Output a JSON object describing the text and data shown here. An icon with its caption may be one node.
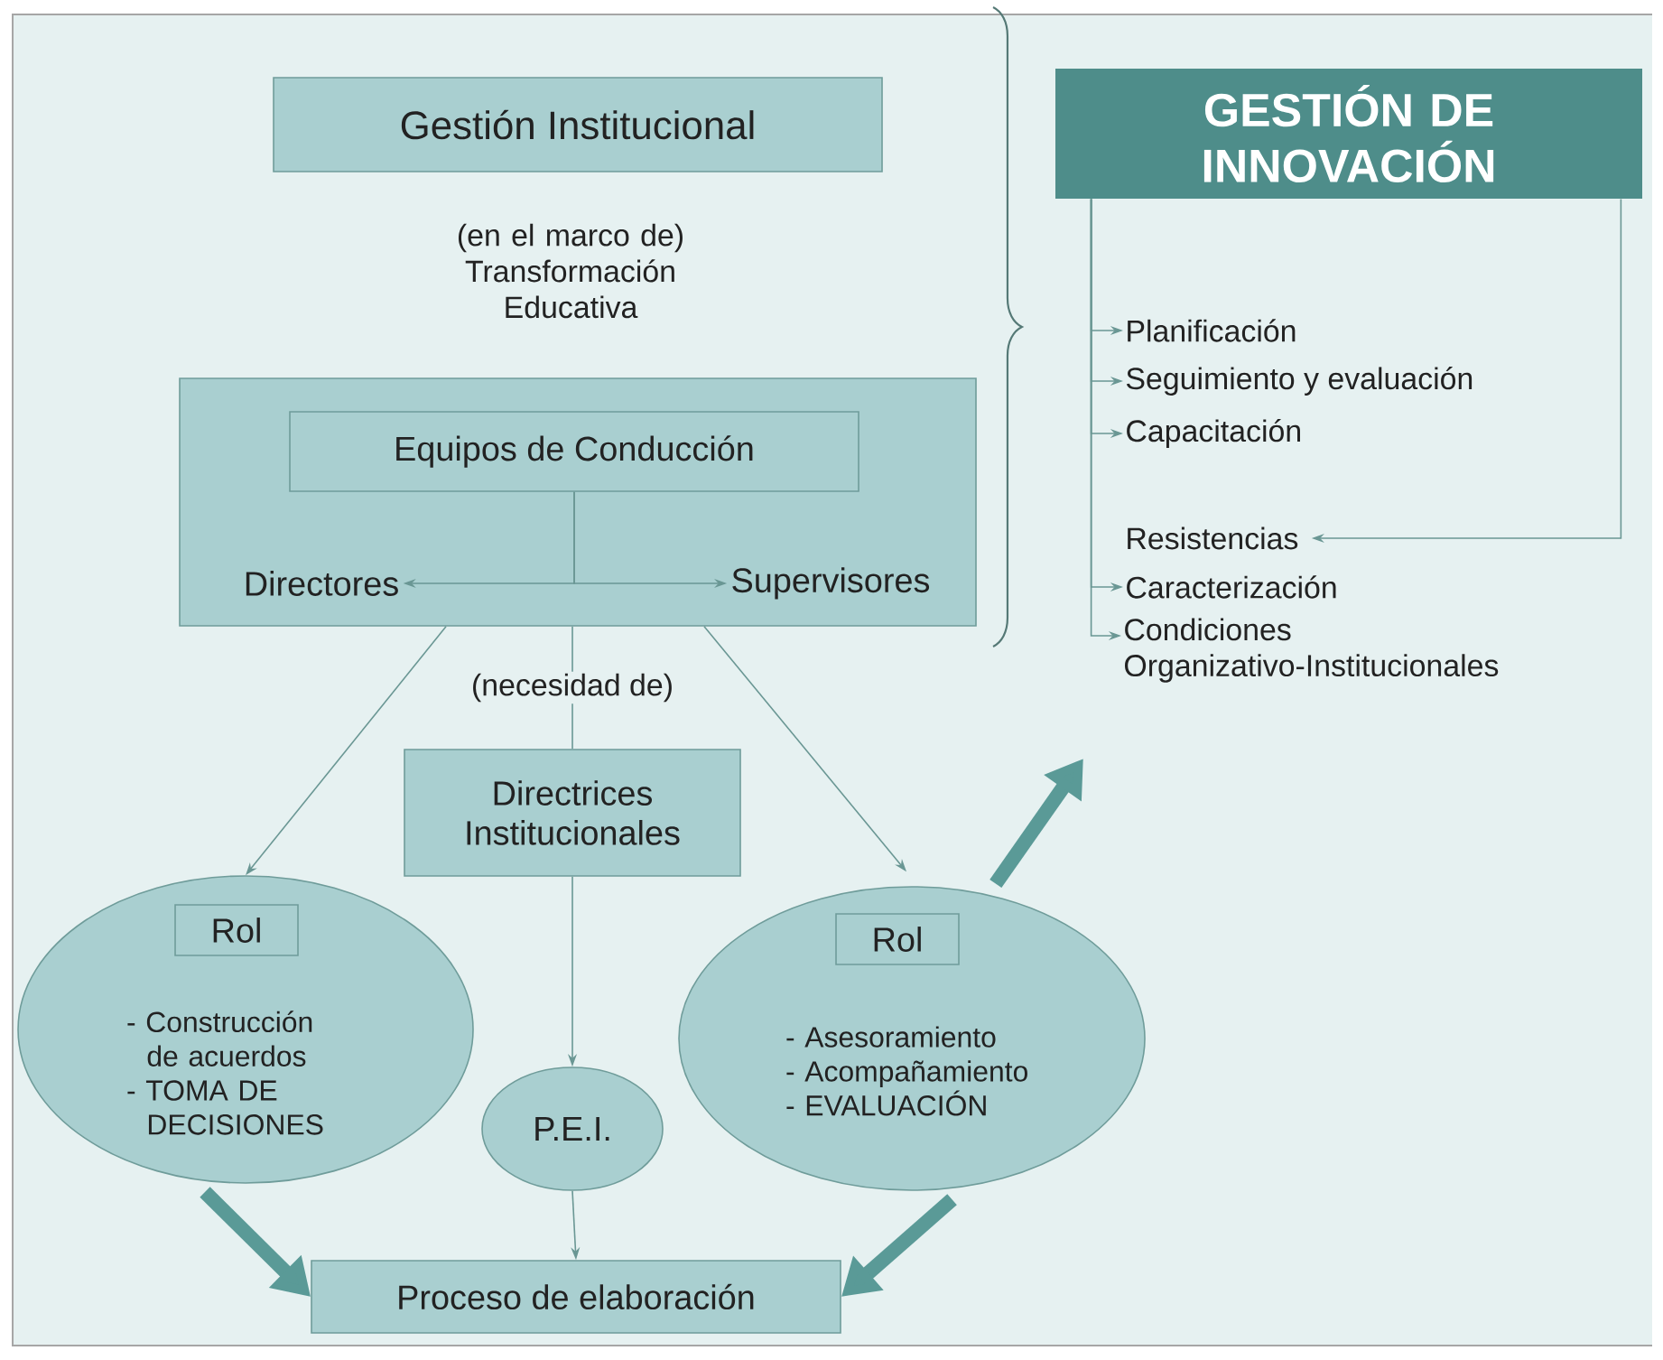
{
  "diagram": {
    "nodes": [
      {
        "text": [
          "Gestión Institucional"
        ]
      },
      {
        "text": [],
        "shape": "box"
      },
      {
        "text": [
          "Equipos de Conducción"
        ],
        "in": 1
      },
      {
        "text": [
          "Directores"
        ],
        "in": 1
      },
      {
        "text": [
          "Supervisores"
        ],
        "in": 1
      },
      {
        "text": [
          "Directrices Institucionales"
        ]
      },
      {
        "text": [
          "- Construcción de acuerdos",
          "- TOMA DE DECISIONES"
        ]
      },
      {
        "text": [
          "Rol"
        ],
        "in": 6
      },
      {
        "text": [
          "P.E.I."
        ]
      },
      {
        "text": [
          "- Asesoramiento",
          "- Acompañamiento",
          "- EVALUACIÓN"
        ]
      },
      {
        "text": [
          "Rol"
        ],
        "in": 9
      },
      {
        "text": [
          "Proceso de elaboración"
        ]
      },
      {
        "text": [
          "GESTIÓN DE INNOVACIÓN"
        ]
      },
      {
        "text": [
          "Planificación"
        ]
      },
      {
        "text": [
          "Seguimiento y evaluación"
        ]
      },
      {
        "text": [
          "Capacitación"
        ]
      },
      {
        "text": [
          "Resistencias"
        ]
      },
      {
        "text": [
          "Caracterización"
        ]
      },
      {
        "text": [
          "Condiciones Organizativo-Institucionales"
        ]
      }
    ],
    "edges": [
      {
        "from": 2,
        "to": 3,
        "arrow": "to"
      },
      {
        "from": 2,
        "to": 4,
        "arrow": "to"
      },
      {
        "from": 1,
        "to": 5,
        "arrow": "none",
        "label": "(necesidad de)"
      },
      {
        "from": 1,
        "to": 6,
        "arrow": "to"
      },
      {
        "from": 1,
        "to": 9,
        "arrow": "to"
      },
      {
        "from": 5,
        "to": 8,
        "arrow": "to"
      },
      {
        "from": 8,
        "to": 11,
        "arrow": "to"
      },
      {
        "from": 6,
        "to": 11,
        "arrow": "to",
        "style": "thick",
        "color": "#5a9a97"
      },
      {
        "from": 9,
        "to": 11,
        "arrow": "to",
        "style": "thick",
        "color": "#5a9a97"
      },
      {
        "from": 9,
        "to": null,
        "arrow": "to",
        "style": "thick",
        "color": "#5a9a97"
      },
      {
        "from": 12,
        "to": 13,
        "arrow": "to"
      },
      {
        "from": 12,
        "to": 14,
        "arrow": "to"
      },
      {
        "from": 12,
        "to": 15,
        "arrow": "to"
      },
      {
        "from": 12,
        "to": 17,
        "arrow": "to"
      },
      {
        "from": 12,
        "to": 18,
        "arrow": "to"
      },
      {
        "from": 12,
        "to": 16,
        "arrow": "to"
      }
    ],
    "labels": [
      "(en el marco de) Transformación Educativa"
    ]
  }
}
